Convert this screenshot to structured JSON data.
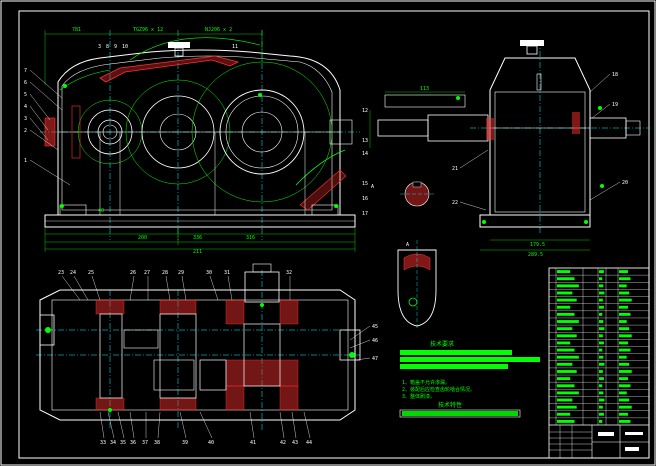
{
  "colors": {
    "background": "#000000",
    "outline": "#ffffff",
    "center_line": "#00ffff",
    "hatch": "#ff3030",
    "part": "#00ff00",
    "dimension": "#00ff00"
  },
  "drawing": {
    "front_view": {
      "dims_top": [
        "781",
        "TGZ96 x 12",
        "NJ206 x 2"
      ],
      "dims_bottom": [
        "200",
        "336",
        "316",
        "211"
      ],
      "callouts_left": [
        "7",
        "6",
        "5",
        "4",
        "3",
        "2",
        "1"
      ],
      "callouts_top": [
        "3",
        "8",
        "9",
        "10",
        "11"
      ],
      "callouts_right": [
        "12",
        "13",
        "14",
        "15",
        "16",
        "17"
      ],
      "small_dims": [
        "40"
      ]
    },
    "side_view": {
      "dims": [
        "113",
        "179.5",
        "289.5"
      ],
      "callouts": [
        "18",
        "19",
        "20",
        "21",
        "22"
      ],
      "section_label": "A"
    },
    "section_view": {
      "label": "A"
    },
    "top_view": {
      "callouts_top": [
        "23",
        "24",
        "25",
        "26",
        "27",
        "28",
        "29",
        "30",
        "31",
        "32"
      ],
      "callouts_bottom": [
        "33",
        "34",
        "35",
        "36",
        "37",
        "38",
        "39",
        "40",
        "41",
        "42",
        "43",
        "44"
      ],
      "callouts_right": [
        "45",
        "46",
        "47"
      ]
    },
    "notes": {
      "tech_req_title": "技术要求",
      "notes_list": [
        "1、箱盖不允许渗漏。",
        "2、装配后应检查齿轮啮合情况。",
        "3、整体刷漆。"
      ],
      "tech_char_title": "技术特性"
    },
    "title_block": {
      "rows": 22
    }
  }
}
